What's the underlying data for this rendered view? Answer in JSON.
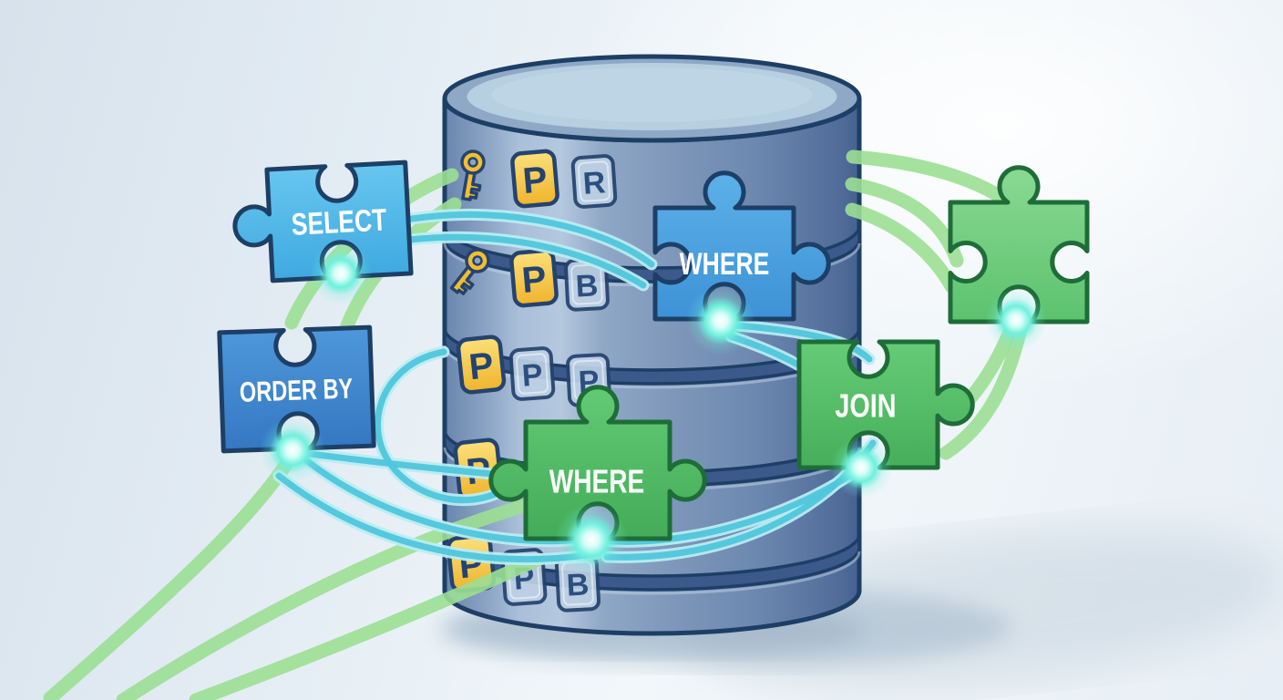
{
  "pieces": {
    "select": {
      "label": "SELECT",
      "color": "#4fb9e9"
    },
    "where_blue": {
      "label": "WHERE",
      "color": "#4aa3e2"
    },
    "order_by": {
      "label": "ORDER BY",
      "color": "#3e8ad0"
    },
    "where_green": {
      "label": "WHERE",
      "color": "#55c169"
    },
    "join": {
      "label": "JOIN",
      "color": "#5bc46d"
    },
    "plain_green": {
      "label": "",
      "color": "#72cf80"
    }
  },
  "database": {
    "layers": [
      {
        "badges": [
          {
            "icon": "key-icon"
          },
          {
            "label": "P",
            "variant": "gold"
          },
          {
            "label": "R",
            "variant": "blue"
          }
        ]
      },
      {
        "badges": [
          {
            "icon": "key-icon"
          },
          {
            "label": "P",
            "variant": "gold"
          },
          {
            "label": "B",
            "variant": "blue"
          }
        ]
      },
      {
        "badges": [
          {
            "label": "P",
            "variant": "gold"
          },
          {
            "label": "P",
            "variant": "blue"
          },
          {
            "label": "P",
            "variant": "blue"
          }
        ]
      },
      {
        "badges": [
          {
            "label": "P",
            "variant": "gold"
          }
        ]
      },
      {
        "badges": [
          {
            "label": "P",
            "variant": "gold"
          },
          {
            "label": "P",
            "variant": "blue"
          },
          {
            "label": "B",
            "variant": "blue"
          }
        ]
      }
    ]
  },
  "colors": {
    "db_body": "#7e96ba",
    "db_outline": "#1d3f66",
    "badge_gold": "#f3bd33",
    "badge_blue": "#bdd0e4",
    "arc_green": "#9bdf94",
    "arc_cyan": "#4fc6db",
    "glow": "#6ff0dd"
  }
}
